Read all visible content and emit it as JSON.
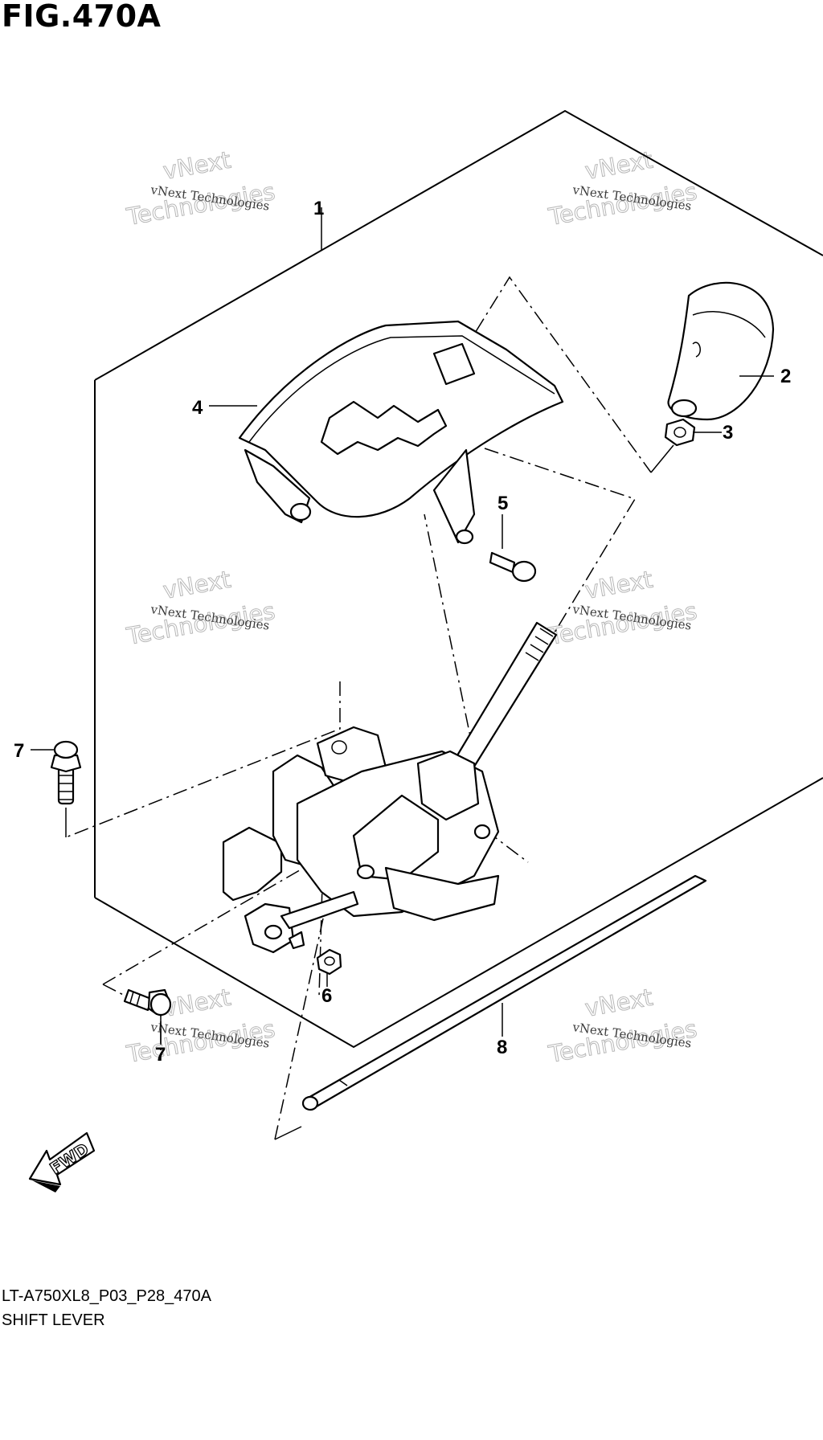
{
  "figure_title": "FIG.470A",
  "model_code": "LT-A750XL8_P03_P28_470A",
  "part_group_name": "SHIFT LEVER",
  "callouts": [
    "1",
    "2",
    "3",
    "4",
    "5",
    "6",
    "7",
    "7",
    "8"
  ],
  "watermark": {
    "line_small": "vNext Technologies",
    "line_big_1": "vNext",
    "line_big_2": "Technologies"
  },
  "direction_badge": "FWD",
  "icons": [
    "fwd-arrow-icon"
  ]
}
